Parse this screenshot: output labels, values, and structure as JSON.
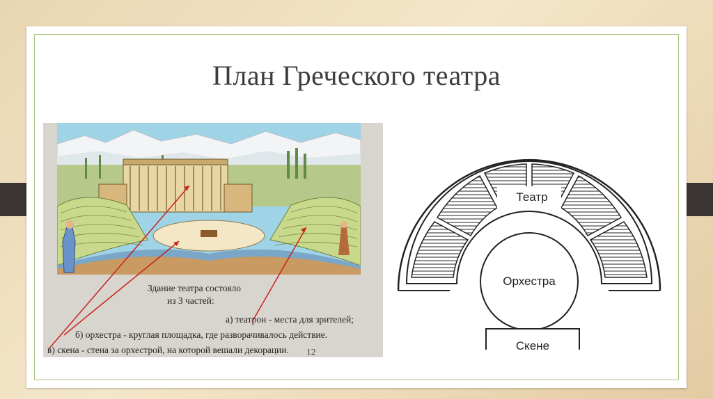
{
  "slide": {
    "title": "План Греческого театра",
    "caption": {
      "intro_line1": "Здание театра состояло",
      "intro_line2": "из 3 частей:",
      "item_a": "а) театрон - места для зрителей;",
      "item_b": "б) орхестра - круглая площадка, где разворачивалось действие.",
      "item_c": "в) скена - стена за орхестрой, на которой вешали декорации.",
      "page_number": "12"
    },
    "plan_labels": {
      "theatron": "Театр",
      "orchestra": "Орхестра",
      "skene": "Скене"
    }
  },
  "colors": {
    "background": "#e9d6b3",
    "frame": "#a9c47f",
    "pointer_lines": "#c8211b"
  }
}
